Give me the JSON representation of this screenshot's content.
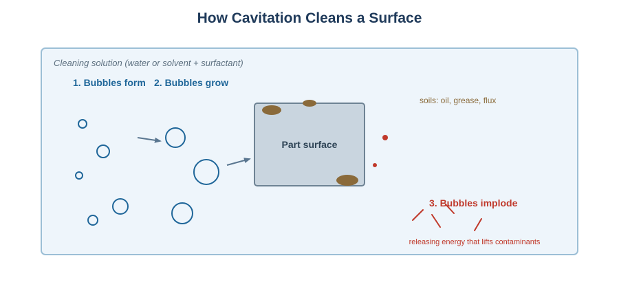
{
  "title": "How Cavitation Cleans a Surface",
  "container": {
    "label": "Cleaning solution (water or solvent + surfactant)"
  },
  "steps": {
    "form": "1. Bubbles form",
    "grow": "2. Bubbles grow",
    "implode": "3. Bubbles implode",
    "implode_caption": "releasing energy that lifts contaminants"
  },
  "part": {
    "label": "Part surface"
  },
  "soils": {
    "label": "soils: oil, grease, flux"
  },
  "colors": {
    "title": "#1f3a5a",
    "panel_bg": "#eef5fb",
    "panel_border": "#9cbfd6",
    "bubble": "#1f6699",
    "arrow": "#5a7690",
    "part_fill": "#c9d5df",
    "part_border": "#6e8394",
    "soil": "#8a6a3a",
    "implode": "#c0392b"
  }
}
